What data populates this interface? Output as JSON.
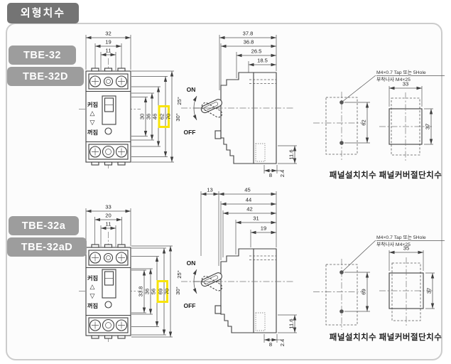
{
  "title": "외형치수",
  "badges": {
    "m1": "TBE-32",
    "m2": "TBE-32D",
    "m3": "TBE-32a",
    "m4": "TBE-32aD"
  },
  "common": {
    "on_kr": "커짐",
    "off_kr": "꺼짐",
    "tri_up": "△",
    "tri_down": "▽",
    "on": "ON",
    "off": "OFF",
    "angle_on": "25°",
    "angle_off": "30°",
    "note1": "M4×0.7 Tap 또는 5Hole",
    "note2": "부착나사 M4×25",
    "cap_install": "패널설치치수",
    "cap_cover": "패널커버절단치수"
  },
  "top": {
    "front_widths": [
      "32",
      "19",
      "11"
    ],
    "front_heights": [
      "30",
      "36",
      "46",
      "62",
      "70"
    ],
    "highlighted_height": "62",
    "side_depths": [
      "37.8",
      "36.8",
      "26.5",
      "18.5"
    ],
    "side_bottom_w": "8",
    "side_bottom_t": "2.4",
    "side_bottom_h": "11.6",
    "install_pitch": "62",
    "cover_w": "33",
    "cover_h": "37"
  },
  "bottom": {
    "front_widths": [
      "33",
      "20",
      "11"
    ],
    "front_heights": [
      "33.8",
      "36",
      "56",
      "69",
      "70"
    ],
    "highlighted_height": "69",
    "side_left": "13",
    "side_depths": [
      "45",
      "44",
      "42",
      "31",
      "19"
    ],
    "side_bottom_w": "8",
    "side_bottom_t": "2.4",
    "side_bottom_h": "11.6",
    "install_pitch": "69",
    "cover_w": "35",
    "cover_h": "37"
  }
}
